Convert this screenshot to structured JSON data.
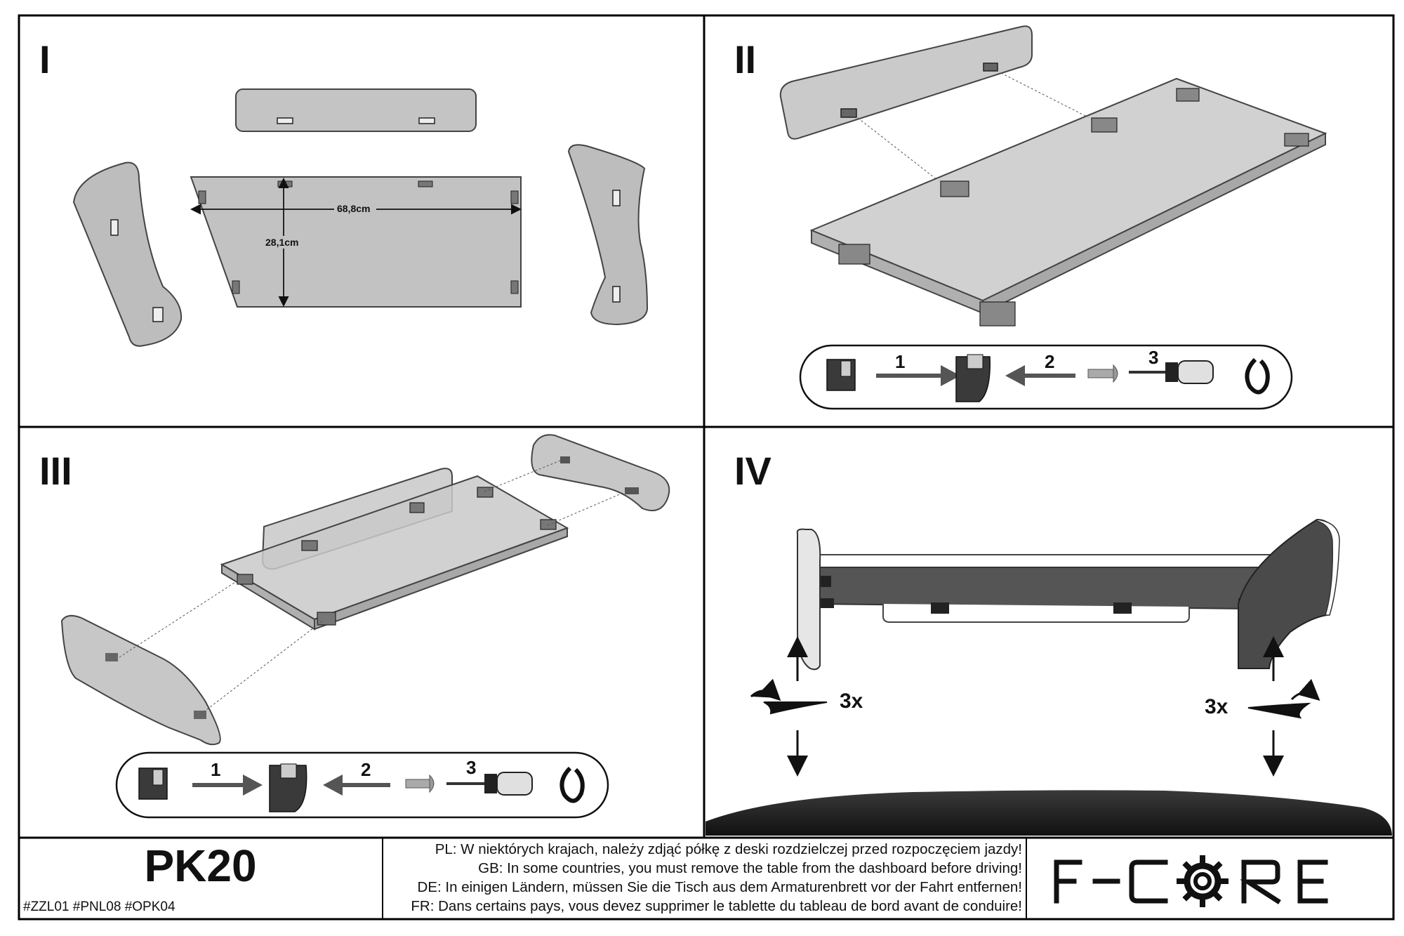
{
  "panels": [
    {
      "numeral": "I"
    },
    {
      "numeral": "II"
    },
    {
      "numeral": "III"
    },
    {
      "numeral": "IV"
    }
  ],
  "dimensions": {
    "width": "68,8cm",
    "height": "28,1cm"
  },
  "steps": {
    "one": "1",
    "two": "2",
    "three": "3"
  },
  "repeat": {
    "left": "3x",
    "right": "3x"
  },
  "footer": {
    "model": "PK20",
    "codes": "#ZZL01  #PNL08  #OPK04",
    "notices": [
      "PL: W niektórych krajach, należy zdjąć półkę z deski rozdzielczej przed rozpoczęciem jazdy!",
      "GB: In some countries, you must remove the table from the dashboard before driving!",
      "DE: In einigen Ländern, müssen Sie die Tisch aus dem Armaturenbrett vor der Fahrt entfernen!",
      "FR: Dans certains pays, vous devez supprimer le tablette du tableau de bord avant de conduire!"
    ],
    "brand_logo": "F-CORE"
  },
  "colors": {
    "panel_gray": "#bdbdbd",
    "outline": "#333333",
    "dark_part": "#555555"
  }
}
